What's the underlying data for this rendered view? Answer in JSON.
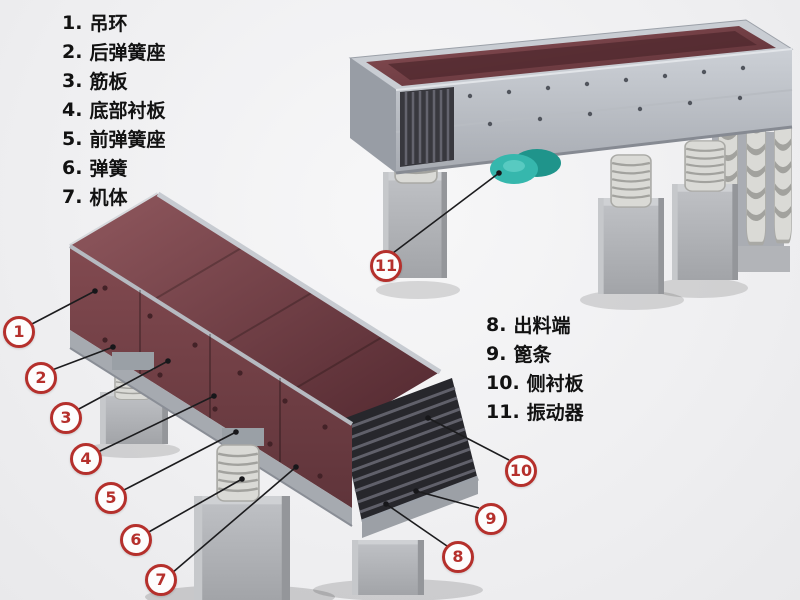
{
  "legend_left": {
    "items": [
      {
        "num": "1.",
        "label": "吊环"
      },
      {
        "num": "2.",
        "label": "后弹簧座"
      },
      {
        "num": "3.",
        "label": "筋板"
      },
      {
        "num": "4.",
        "label": "底部衬板"
      },
      {
        "num": "5.",
        "label": "前弹簧座"
      },
      {
        "num": "6.",
        "label": "弹簧"
      },
      {
        "num": "7.",
        "label": "机体"
      }
    ]
  },
  "legend_right": {
    "items": [
      {
        "num": "8.",
        "label": "出料端"
      },
      {
        "num": "9.",
        "label": "篦条"
      },
      {
        "num": "10.",
        "label": "侧衬板"
      },
      {
        "num": "11.",
        "label": "振动器"
      }
    ]
  },
  "callouts": [
    "1",
    "2",
    "3",
    "4",
    "5",
    "6",
    "7",
    "8",
    "9",
    "10",
    "11"
  ],
  "colors": {
    "callout_red": "#b5302c",
    "machine_gray": "#c0c4ca",
    "panel_maroon": "#7a454b",
    "grate_dark": "#27272c",
    "vibrator_teal": "#36b7ad",
    "background": "#f1f1f3"
  }
}
